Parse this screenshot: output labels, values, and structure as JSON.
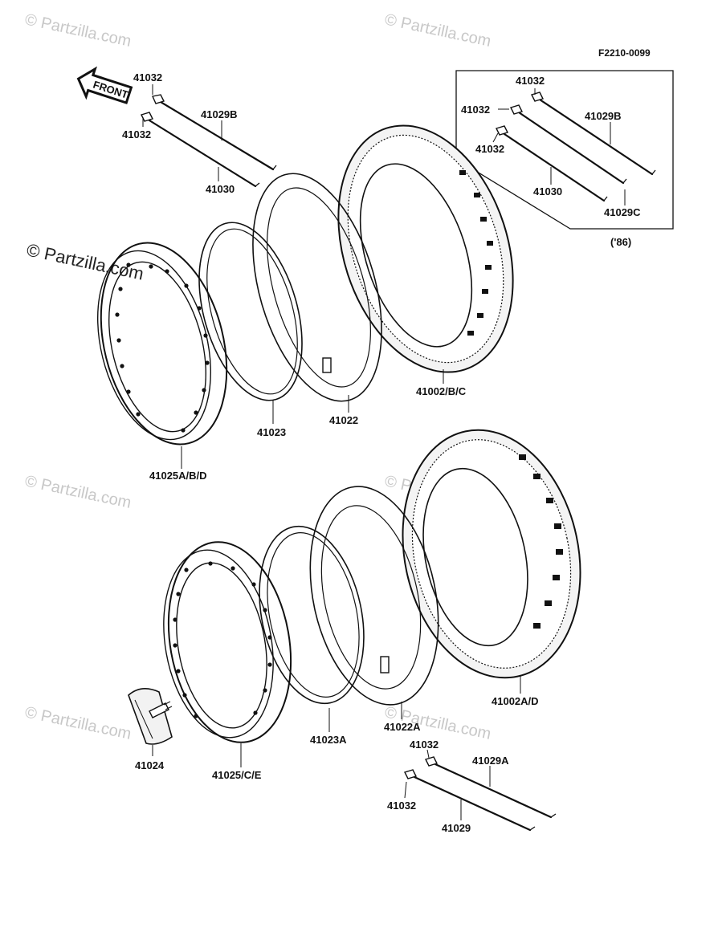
{
  "figure_code": "F2210-0099",
  "front_label": "FRONT",
  "year_note": "('86)",
  "watermarks": {
    "faint": "© Partzilla.com",
    "dark": "© Partzilla.com"
  },
  "parts": {
    "p41032_a": "41032",
    "p41032_b": "41032",
    "p41029B_a": "41029B",
    "p41030_a": "41030",
    "p41032_c": "41032",
    "p41032_d": "41032",
    "p41032_e": "41032",
    "p41029B_b": "41029B",
    "p41030_b": "41030",
    "p41029C": "41029C",
    "p41002BC": "41002/B/C",
    "p41022": "41022",
    "p41023": "41023",
    "p41025ABD": "41025A/B/D",
    "p41002AD": "41002A/D",
    "p41022A": "41022A",
    "p41023A": "41023A",
    "p41025CE": "41025/C/E",
    "p41024": "41024",
    "p41032_f": "41032",
    "p41032_g": "41032",
    "p41029A": "41029A",
    "p41029": "41029"
  },
  "colors": {
    "ink": "#111111",
    "watermark": "#c8c8c8",
    "background": "#ffffff"
  }
}
